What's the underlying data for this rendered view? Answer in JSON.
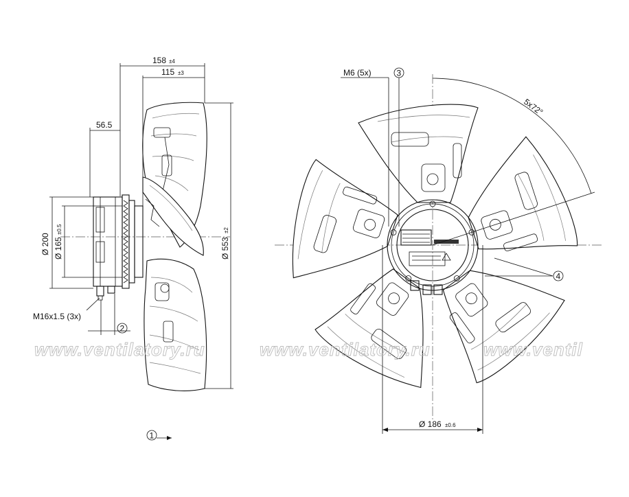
{
  "side_view": {
    "dim_overall_depth": "158",
    "dim_overall_depth_tol": "±4",
    "dim_impeller_depth": "115",
    "dim_impeller_depth_tol": "±3",
    "dim_motor_offset": "56.5",
    "dim_motor_dia": "Ø 200",
    "dim_flange_dia": "Ø 165",
    "dim_flange_dia_tol": "±0.5",
    "dim_impeller_dia": "Ø 553",
    "dim_impeller_dia_tol": "±2",
    "cable_gland_label": "M16x1.5 (3x)",
    "callout_2": "2",
    "callout_1": "1"
  },
  "front_view": {
    "thread_label": "M6 (5x)",
    "callout_3": "3",
    "angle_label": "5x72°",
    "callout_4": "4",
    "dim_bolt_circle": "Ø 186",
    "dim_bolt_circle_tol": "±0.6"
  },
  "watermarks": [
    "www.ventilatory.ru",
    "www.ventilatory.ru",
    "www.ventil"
  ]
}
